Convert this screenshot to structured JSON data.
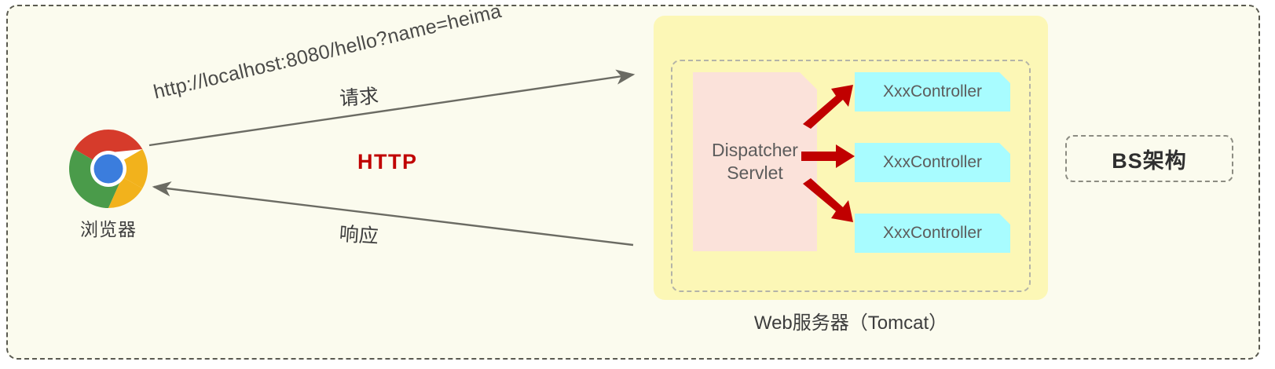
{
  "diagram": {
    "title_badge": "BS架构",
    "browser": {
      "icon": "chrome-logo-icon",
      "label": "浏览器"
    },
    "request_flow": {
      "url": "http://localhost:8080/hello?name=heima",
      "request_label": "请求",
      "response_label": "响应",
      "protocol_label": "HTTP",
      "protocol_color": "#c00000",
      "arrow_color": "#6b6b63"
    },
    "server": {
      "caption": "Web服务器（Tomcat）",
      "box_color": "#fcf7b6",
      "dispatcher": {
        "line1": "Dispatcher",
        "line2": "Servlet",
        "box_color": "#fbe2da"
      },
      "controllers": [
        {
          "label": "XxxController"
        },
        {
          "label": "XxxController"
        },
        {
          "label": "XxxController"
        }
      ],
      "controller_color": "#a8fcff",
      "dispatch_arrow_color": "#c00000"
    },
    "frame": {
      "background": "#fbfbee",
      "border_color": "#5a5a50"
    }
  }
}
